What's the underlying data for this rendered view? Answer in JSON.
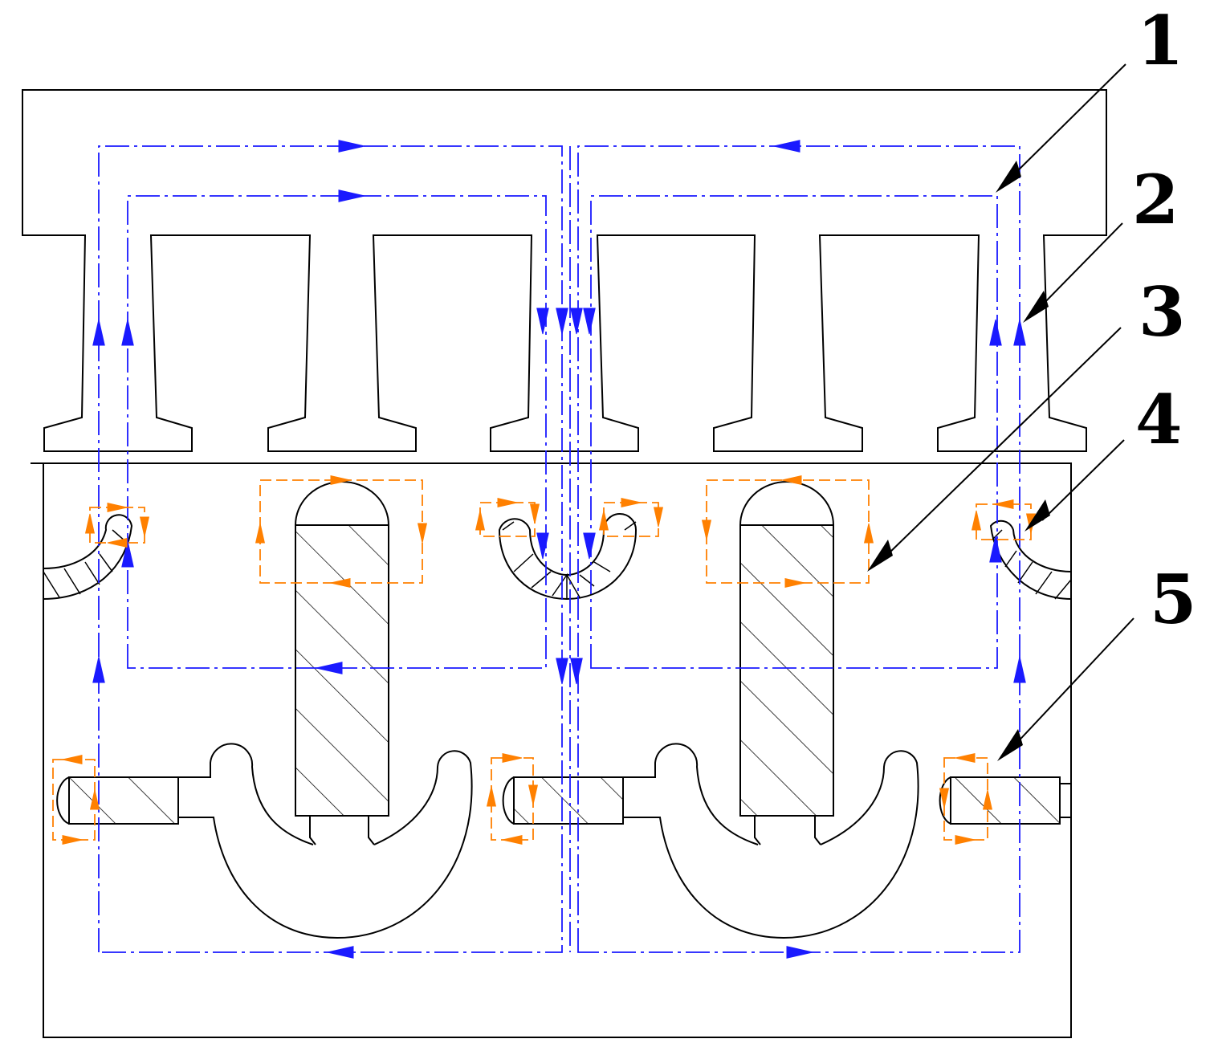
{
  "labels": [
    "1",
    "2",
    "3",
    "4",
    "5"
  ],
  "colors": {
    "outline": "#000000",
    "main_flux": "#1a1aff",
    "leakage_flux": "#ff8000",
    "background": "#ffffff"
  }
}
